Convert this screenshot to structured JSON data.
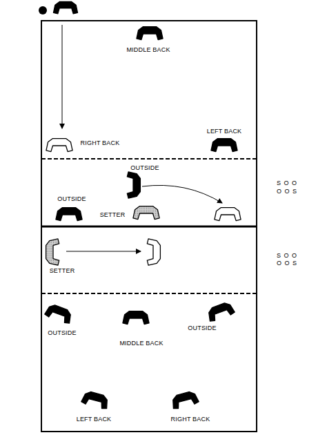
{
  "diagram": {
    "labels": [
      "MIDDLE BACK",
      "RIGHT BACK",
      "LEFT BACK",
      "OUTSIDE",
      "OUTSIDE",
      "SETTER",
      "S O O",
      "O O S",
      "SETTER",
      "S O O",
      "O O S",
      "OUTSIDE",
      "MIDDLE BACK",
      "OUTSIDE",
      "LEFT BACK",
      "RIGHT BACK"
    ]
  }
}
